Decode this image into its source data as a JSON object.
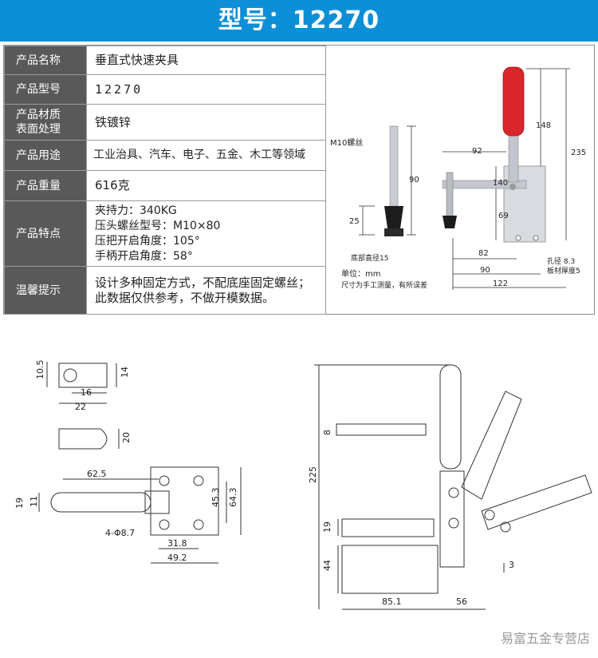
{
  "banner": {
    "title": "型号：12270"
  },
  "specs": {
    "name_label": "产品名称",
    "name_value": "垂直式快速夹具",
    "model_label": "产品型号",
    "model_value": "12270",
    "material_label_1": "产品材质",
    "material_label_2": "表面处理",
    "material_value": "铁镀锌",
    "use_label": "产品用途",
    "use_value": "工业治具、汽车、电子、五金、木工等领域",
    "weight_label": "产品重量",
    "weight_value": "616克",
    "feature_label": "产品特点",
    "features": [
      "夹持力：340KG",
      "压头螺丝型号：M10×80",
      "压把开启角度：105°",
      "手柄开启角度：58°"
    ],
    "tip_label": "温馨提示",
    "tip_lines": [
      "设计多种固定方式，不配底座固定螺丝；",
      "此数据仅供参考，不做开模数据。"
    ]
  },
  "photo_dims": {
    "bolt_label": "M10螺丝",
    "bolt_len": "90",
    "tip_height": "25",
    "base_dia": "底部直径15",
    "d148": "148",
    "d235": "235",
    "d92": "92",
    "d140": "140",
    "d69": "69",
    "d82": "82",
    "d90": "90",
    "d122": "122",
    "hole": "孔径 8.3",
    "plate": "板材厚度5",
    "unit": "单位：mm",
    "note": "尺寸为手工测量，有所误差"
  },
  "drawing_dims": {
    "d10_5": "10.5",
    "d14": "14",
    "d16": "16",
    "d22": "22",
    "d20": "20",
    "d62_5": "62.5",
    "d19a": "19",
    "d11": "11",
    "d45_3": "45.3",
    "d64_3": "64.3",
    "holes": "4-Φ8.7",
    "d31_8": "31.8",
    "d49_2": "49.2",
    "d225": "225",
    "d8": "8",
    "d19b": "19",
    "d44": "44",
    "d3": "3",
    "d85_1": "85.1",
    "d56": "56"
  },
  "watermark": "易富五金专营店",
  "colors": {
    "banner": "#0d8fd8",
    "label_bg": "#595959",
    "model_text": "#1a78c8",
    "tip_text": "#e0201a",
    "grip": "#d8262b"
  }
}
